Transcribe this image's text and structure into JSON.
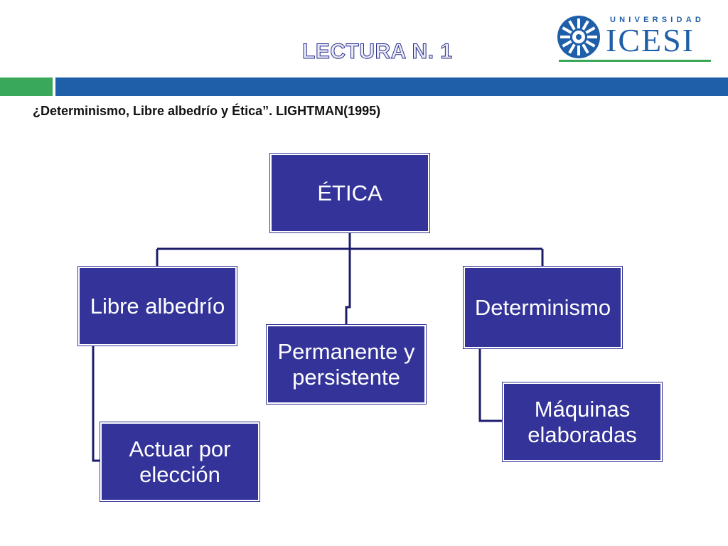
{
  "header": {
    "title": "LECTURA N. 1",
    "subtitle": "¿Determinismo, Libre albedrío y Ética”. LIGHTMAN(1995)"
  },
  "logo": {
    "small_text": "UNIVERSIDAD",
    "big_text": "ICESI"
  },
  "diagram": {
    "root": "ÉTICA",
    "branches": {
      "left": "Libre albedrío",
      "left_child": "Actuar por elección",
      "center": "Permanente y persistente",
      "right": "Determinismo",
      "right_child": "Máquinas elaboradas"
    }
  },
  "colors": {
    "box_fill": "#333399",
    "connector": "#1c1c6b",
    "accent_green": "#3aa85a",
    "accent_blue": "#1f5ea8"
  }
}
